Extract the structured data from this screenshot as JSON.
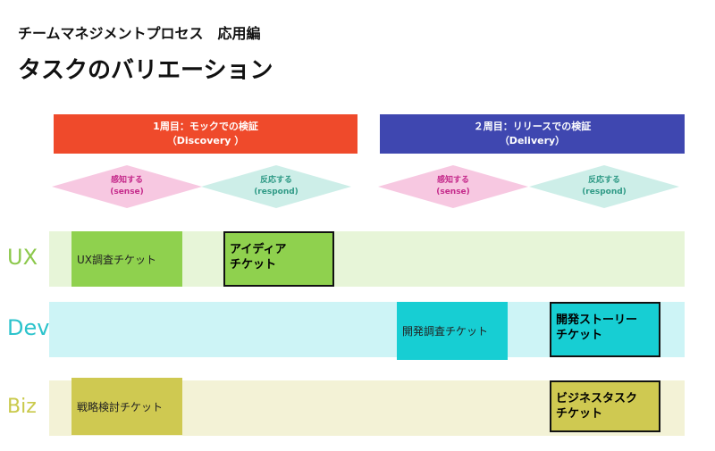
{
  "header": {
    "subtitle": "チームマネジメントプロセス　応用編",
    "title": "タスクのバリエーション"
  },
  "phases": [
    {
      "line1": "1周目：モックでの検証",
      "line2": "（Discovery ）",
      "color": "#ef4a2b"
    },
    {
      "line1": "２周目：リリースでの検証",
      "line2": "（Delivery）",
      "color": "#3f47b0"
    }
  ],
  "activities": [
    {
      "label": "感知する",
      "sub": "(sense)",
      "color": "#f7c8e1"
    },
    {
      "label": "反応する",
      "sub": "(respond)",
      "color": "#cdeee8"
    },
    {
      "label": "感知する",
      "sub": "(sense)",
      "color": "#f7c8e1"
    },
    {
      "label": "反応する",
      "sub": "(respond)",
      "color": "#cdeee8"
    }
  ],
  "lanes": {
    "ux": {
      "label": "UX",
      "color": "#8cc84c"
    },
    "dev": {
      "label": "Dev",
      "color": "#2cc3cc"
    },
    "biz": {
      "label": "Biz",
      "color": "#c9c94a"
    }
  },
  "tickets": {
    "ux_research": "UX調査チケット",
    "idea": {
      "line1": "アイディア",
      "line2": "チケット"
    },
    "dev_research": "開発調査チケット",
    "dev_story": {
      "line1": "開発ストーリー",
      "line2": "チケット"
    },
    "strategy": "戦略検討チケット",
    "biz_task": {
      "line1": "ビジネスタスク",
      "line2": "チケット"
    }
  }
}
